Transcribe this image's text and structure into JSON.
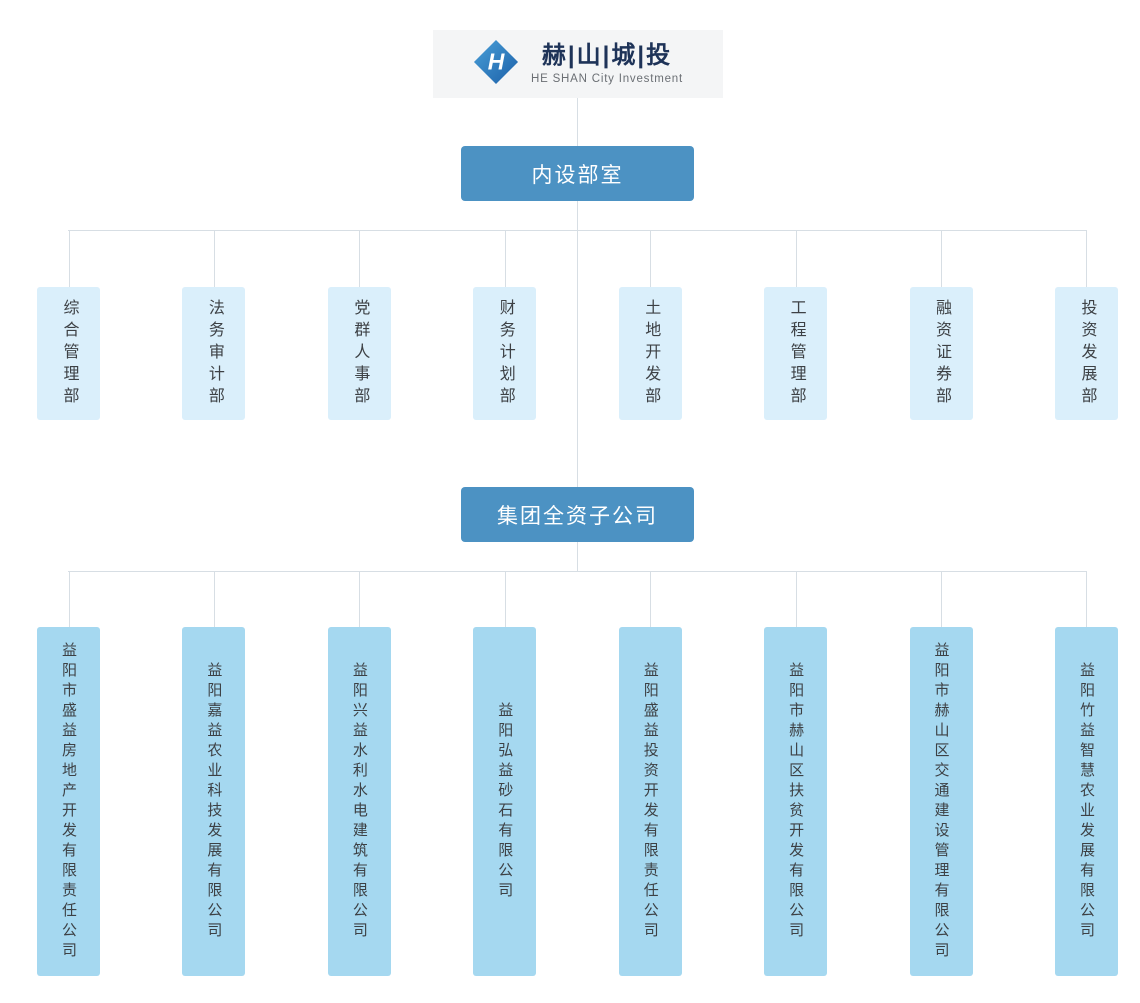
{
  "logo": {
    "icon": "diamond-H-logo",
    "title": "赫|山|城|投",
    "subtitle": "HE SHAN City Investment"
  },
  "sections": {
    "departments": {
      "title": "内设部室",
      "items": [
        "综合管理部",
        "法务审计部",
        "党群人事部",
        "财务计划部",
        "土地开发部",
        "工程管理部",
        "融资证券部",
        "投资发展部"
      ]
    },
    "subsidiaries": {
      "title": "集团全资子公司",
      "items": [
        "益阳市盛益房地产开发有限责任公司",
        "益阳嘉益农业科技发展有限公司",
        "益阳兴益水利水电建筑有限公司",
        "益阳弘益砂石有限公司",
        "益阳盛益投资开发有限责任公司",
        "益阳市赫山区扶贫开发有限公司",
        "益阳市赫山区交通建设管理有限公司",
        "益阳竹益智慧农业发展有限公司"
      ]
    }
  },
  "colors": {
    "section_header_bg": "#4c92c3",
    "department_box_bg": "#daeffb",
    "subsidiary_box_bg": "#a5d8f0",
    "connector_line": "#d7dee4",
    "logo_title_text": "#1e3358",
    "logo_badge_bg": "#f4f5f6",
    "box_text": "#3d4145"
  }
}
